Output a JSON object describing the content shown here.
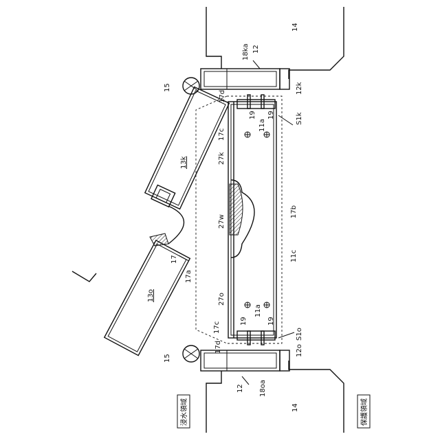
{
  "figure": {
    "region_labels": {
      "left": "浸水領域",
      "right": "保護領域"
    },
    "labels": {
      "n14_top": "14",
      "n14_bottom": "14",
      "n12_top": "12",
      "n12_bottom": "12",
      "n18ka": "18ka",
      "n18oa": "18oa",
      "n15_top": "15",
      "n15_bottom": "15",
      "n12k": "12k",
      "n12o": "12o",
      "n17d_top": "17d",
      "n17d_bottom": "17d",
      "n19_a": "19",
      "n19_b": "19",
      "n19_c": "19",
      "n19_d": "19",
      "n11a_top": "11a",
      "n11a_bottom": "11a",
      "nS1k": "S1k",
      "nS1o": "S1o",
      "n17c_top": "17c",
      "n17c_bottom": "17c",
      "n27k": "27k",
      "n27w": "27w",
      "n27o": "27o",
      "n17b": "17b",
      "n11c": "11c",
      "n17a": "17a",
      "n17": "17",
      "n13k": "13k",
      "n13o": "13o"
    }
  }
}
